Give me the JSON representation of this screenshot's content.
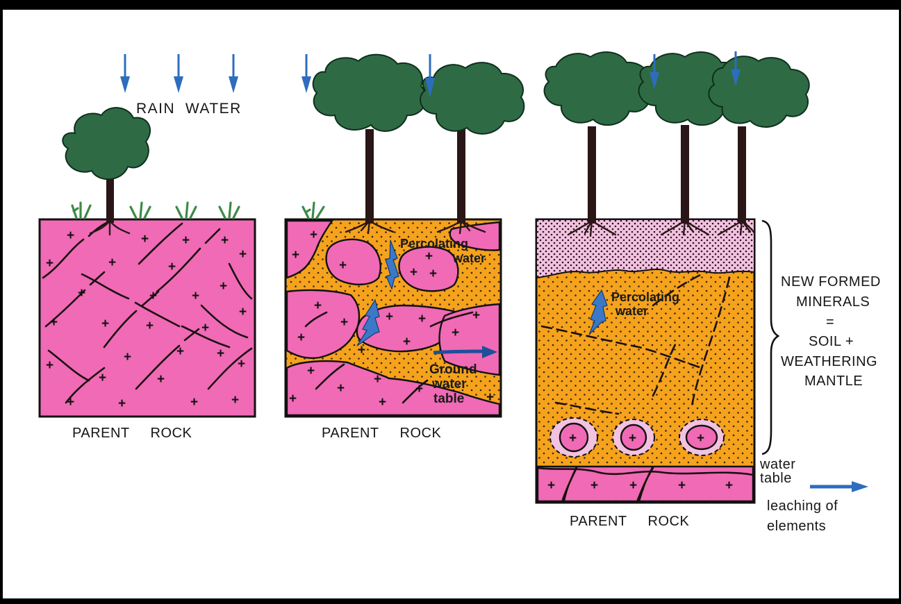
{
  "labels": {
    "rain_water": "RAIN  WATER",
    "parent_rock_1": "PARENT     ROCK",
    "parent_rock_2": "PARENT     ROCK",
    "parent_rock_3": "PARENT     ROCK",
    "percolating_1": "Percolating",
    "water_1": "water",
    "percolating_2": "Percolating",
    "water_2": "water",
    "ground": "Ground",
    "water_gt": "water",
    "table_gt": "table",
    "new_formed": "NEW FORMED",
    "minerals": "MINERALS",
    "equals": "=",
    "soil_plus": "SOIL +",
    "weathering": "WEATHERING",
    "mantle": "MANTLE",
    "water_table_1": "water",
    "water_table_2": "table",
    "leaching_1": "leaching of",
    "leaching_2": "elements",
    "plus": "+"
  },
  "colors": {
    "frame": "#000000",
    "background": "#ffffff",
    "rock_pink": "#f06ab5",
    "soil_orange": "#f5a21d",
    "topsoil_pink": "#f3c2e0",
    "tree_green": "#2e6b44",
    "water_blue": "#2d6dbd"
  }
}
